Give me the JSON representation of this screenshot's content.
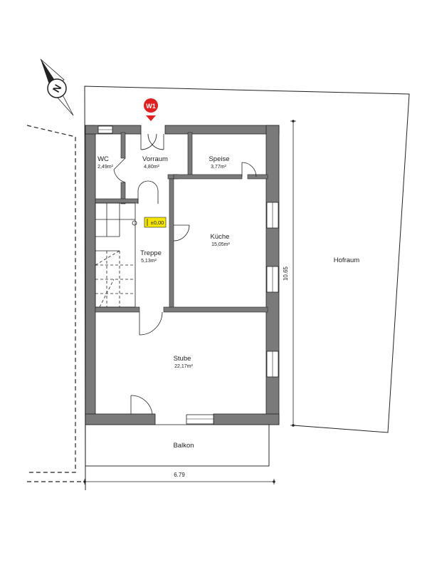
{
  "compass": {
    "letter": "N",
    "icon": "north-arrow-icon"
  },
  "marker": {
    "label": "W1",
    "color": "#e02020",
    "icon": "entrance-marker-icon"
  },
  "level_tag": {
    "label": "±0,00",
    "color": "#f5e600"
  },
  "rooms": [
    {
      "name": "WC",
      "area": "2,49m²"
    },
    {
      "name": "Vorraum",
      "area": "4,80m²"
    },
    {
      "name": "Speise",
      "area": "3,77m²"
    },
    {
      "name": "Küche",
      "area": "15,05m²"
    },
    {
      "name": "Treppe",
      "area": "5,13m²"
    },
    {
      "name": "Stube",
      "area": "22,17m²"
    },
    {
      "name": "Balkon",
      "area": ""
    },
    {
      "name": "Hofraum",
      "area": ""
    }
  ],
  "dimensions": {
    "width": "6.79",
    "height": "10.65"
  },
  "colors": {
    "wall": "#7a7a7a",
    "line": "#222222"
  }
}
